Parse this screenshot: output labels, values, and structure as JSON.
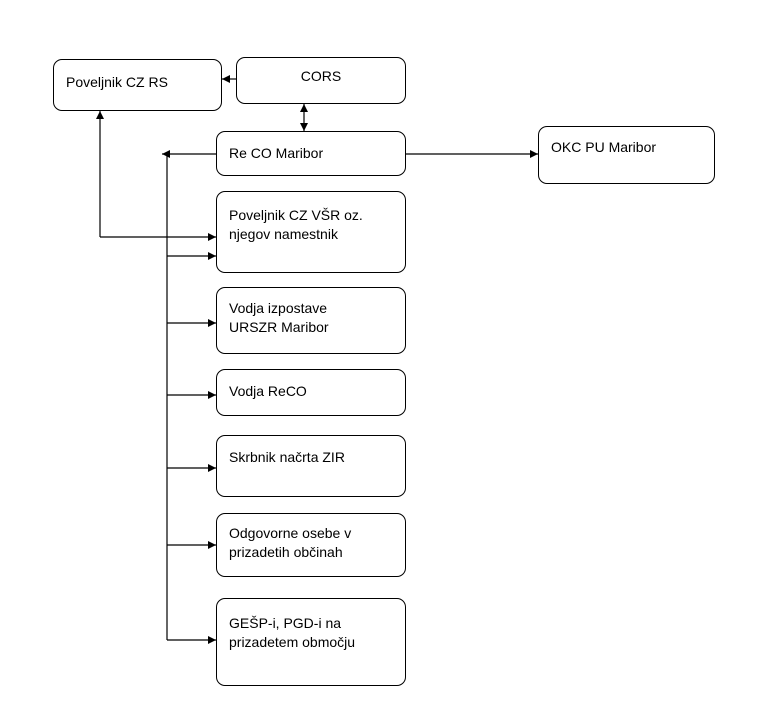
{
  "nodes": {
    "poveljnik_cz_rs": "Poveljnik CZ RS",
    "cors": "CORS",
    "re_co_maribor": "Re CO Maribor",
    "okc_pu_maribor": "OKC PU Maribor",
    "poveljnik_cz_vsr": "Poveljnik CZ VŠR oz.\nnjegov namestnik",
    "vodja_izpostave": "Vodja izpostave\nURSZR Maribor",
    "vodja_reco": "Vodja ReCO",
    "skrbnik_nacrta": "Skrbnik načrta ZIR",
    "odgovorne_osebe": "Odgovorne osebe v\nprizadetih občinah",
    "gesp_pgd": "GEŠP-i, PGD-i na\nprizadetem območju"
  }
}
